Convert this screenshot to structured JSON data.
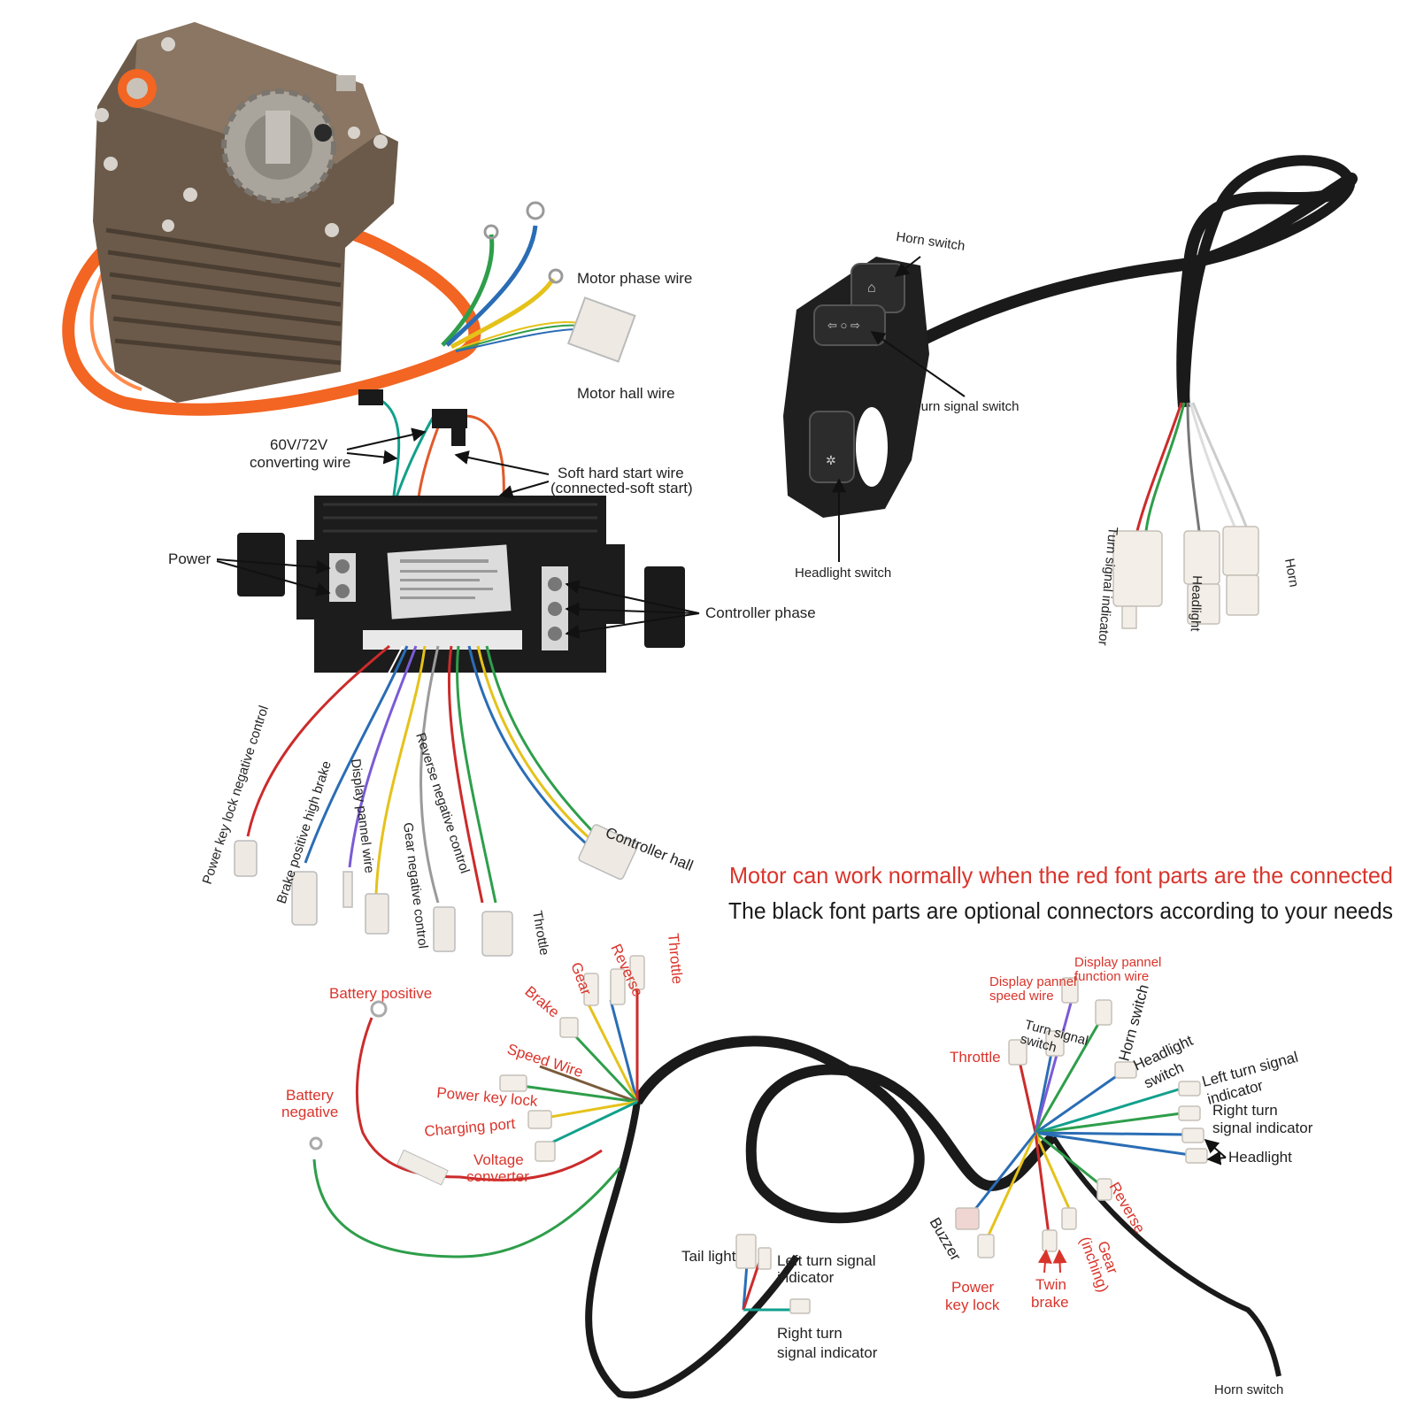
{
  "labels": {
    "motor_phase_wire": "Motor phase wire",
    "motor_hall_wire": "Motor hall wire",
    "converting_wire_line1": "60V/72V",
    "converting_wire_line2": "converting wire",
    "soft_start_line1": "Soft hard start wire",
    "soft_start_line2": "(connected-soft start)",
    "power": "Power",
    "controller_phase": "Controller phase",
    "horn_switch": "Horn switch",
    "turn_signal_switch": "Turn signal switch",
    "headlight_switch": "Headlight switch",
    "turn_signal_indicator": "Turn signal indicator",
    "headlight": "Headlight",
    "horn": "Horn",
    "power_key_lock_negative": "Power key lock negative control",
    "brake_positive_high": "Brake  positive high brake",
    "display_pannel_wire": "Display pannel wire",
    "gear_negative": "Gear negative control",
    "reverse_negative": "Reverse negative control",
    "throttle": "Throttle",
    "controller_hall": "Controller hall"
  },
  "notes": {
    "red": "Motor can work normally when the red font parts are the connected",
    "black": "The black font parts are optional connectors according to your needs"
  },
  "harness": {
    "battery_positive": "Battery positive",
    "battery_negative_1": "Battery",
    "battery_negative_2": "negative",
    "brake": "Brake",
    "gear": "Gear",
    "reverse": "Reverse",
    "throttle": "Throttle",
    "speed_wire": "Speed Wire",
    "power_key_lock": "Power key lock",
    "charging_port": "Charging port",
    "voltage_1": "Voltage",
    "voltage_2": "converter",
    "tail_light": "Tail light",
    "left_turn_1": "Left turn signal",
    "left_turn_2": "indicator",
    "right_turn_1": "Right turn",
    "right_turn_2": "signal indicator",
    "display_speed_1": "Display pannel",
    "display_speed_2": "speed wire",
    "display_function_1": "Display pannel",
    "display_function_2": "function wire",
    "turn_switch_1": "Turn signal",
    "turn_switch_2": "switch",
    "horn_switch_top": "Horn switch",
    "throttle_r": "Throttle",
    "headlight_switch_1": "Headlight",
    "headlight_switch_2": "switch",
    "left_turn_r1": "Left turn signal",
    "left_turn_r2": "indicator",
    "right_turn_r1": "Right turn",
    "right_turn_r2": "signal indicator",
    "headlight_r": "Headlight",
    "reverse_r": "Reverse",
    "gear_r1": "Gear",
    "gear_r2": "(inching)",
    "twin_1": "Twin",
    "twin_2": "brake",
    "power_key_1": "Power",
    "power_key_2": "key lock",
    "buzzer": "Buzzer",
    "horn_switch_bottom": "Horn switch"
  },
  "colors": {
    "red_label": "#d9342b",
    "motor_body": "#6b5a4a",
    "orange_cable": "#f26522",
    "controller_body": "#1c1c1c"
  }
}
